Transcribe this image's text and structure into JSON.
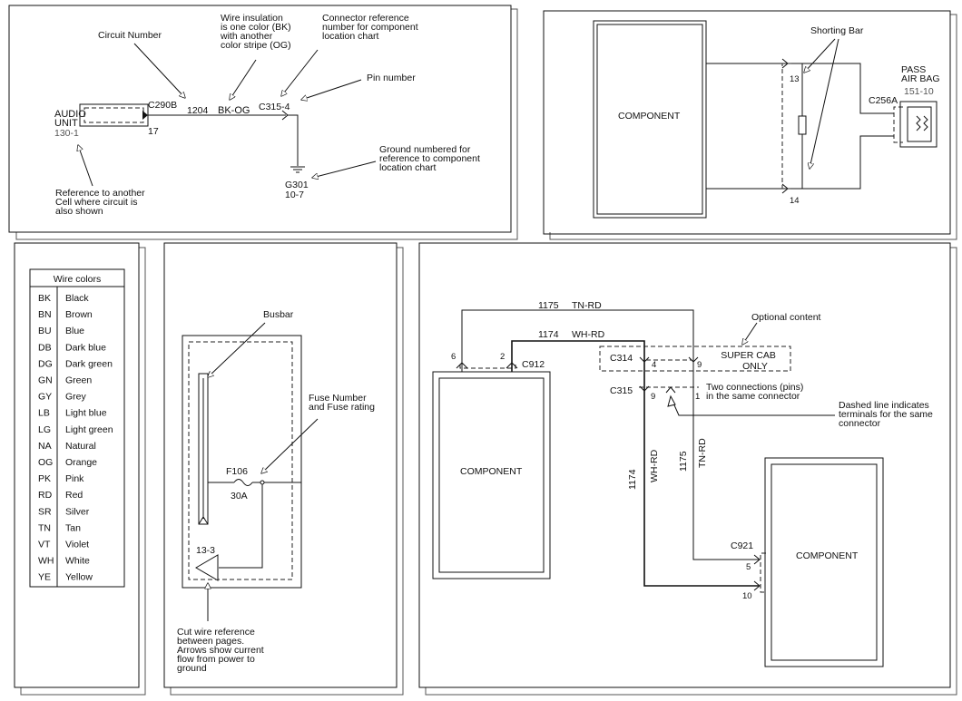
{
  "panel_legend": {
    "audio_unit": [
      "AUDIO",
      "UNIT"
    ],
    "audio_ref": "130-1",
    "connector_c290b": "C290B",
    "pin_17": "17",
    "circuit_1204": "1204",
    "color_bk_og": "BK-OG",
    "connector_c315_4": "C315-4",
    "ground_g301": "G301",
    "ground_ref": "10-7",
    "note_circuit_number": [
      "Circuit Number"
    ],
    "note_insulation": [
      "Wire insulation",
      "is one color (BK)",
      "with another",
      "color stripe (OG)"
    ],
    "note_connector_ref": [
      "Connector reference",
      "number for component",
      "location chart"
    ],
    "note_pin_number": [
      "Pin number"
    ],
    "note_ground": [
      "Ground numbered for",
      "reference to component",
      "location chart"
    ],
    "note_cell_ref": [
      "Reference to another",
      "Cell where circuit is",
      "also shown"
    ]
  },
  "panel_airbag": {
    "component": "COMPONENT",
    "shorting_bar": "Shorting Bar",
    "pin_13": "13",
    "pin_14": "14",
    "connector": "C256A",
    "pass_air_bag": [
      "PASS",
      "AIR BAG"
    ],
    "pass_ref": "151-10"
  },
  "panel_wire_colors": {
    "title": "Wire colors",
    "rows": [
      {
        "code": "BK",
        "name": "Black"
      },
      {
        "code": "BN",
        "name": "Brown"
      },
      {
        "code": "BU",
        "name": "Blue"
      },
      {
        "code": "DB",
        "name": "Dark blue"
      },
      {
        "code": "DG",
        "name": "Dark green"
      },
      {
        "code": "GN",
        "name": "Green"
      },
      {
        "code": "GY",
        "name": "Grey"
      },
      {
        "code": "LB",
        "name": "Light blue"
      },
      {
        "code": "LG",
        "name": "Light green"
      },
      {
        "code": "NA",
        "name": "Natural"
      },
      {
        "code": "OG",
        "name": "Orange"
      },
      {
        "code": "PK",
        "name": "Pink"
      },
      {
        "code": "RD",
        "name": "Red"
      },
      {
        "code": "SR",
        "name": "Silver"
      },
      {
        "code": "TN",
        "name": "Tan"
      },
      {
        "code": "VT",
        "name": "Violet"
      },
      {
        "code": "WH",
        "name": "White"
      },
      {
        "code": "YE",
        "name": "Yellow"
      }
    ]
  },
  "panel_busbar": {
    "busbar": "Busbar",
    "fuse_note": [
      "Fuse Number",
      "and Fuse rating"
    ],
    "fuse_number": "F106",
    "fuse_rating": "30A",
    "cut_ref": "13-3",
    "cut_note": [
      "Cut wire reference",
      "between pages.",
      "Arrows show current",
      "flow from power to",
      "ground"
    ]
  },
  "panel_connections": {
    "wire_top_num": "1175",
    "wire_top_color": "TN-RD",
    "wire_mid_num": "1174",
    "wire_mid_color": "WH-RD",
    "optional_content": "Optional content",
    "pin_6": "6",
    "pin_2": "2",
    "connector_c912": "C912",
    "connector_c314": "C314",
    "c314_pin_4": "4",
    "c314_pin_9": "9",
    "super_cab": [
      "SUPER CAB",
      "ONLY"
    ],
    "connector_c315": "C315",
    "c315_pin_9": "9",
    "c315_pin_1": "1",
    "note_two_connections": [
      "Two connections (pins)",
      "in the same connector"
    ],
    "note_dashed_line": [
      "Dashed line indicates",
      "terminals for the same",
      "connector"
    ],
    "vert_1174": "1174",
    "vert_wh_rd": "WH-RD",
    "vert_1175": "1175",
    "vert_tn_rd": "TN-RD",
    "component_left": "COMPONENT",
    "component_right": "COMPONENT",
    "connector_c921": "C921",
    "c921_pin_5": "5",
    "c921_pin_10": "10"
  }
}
